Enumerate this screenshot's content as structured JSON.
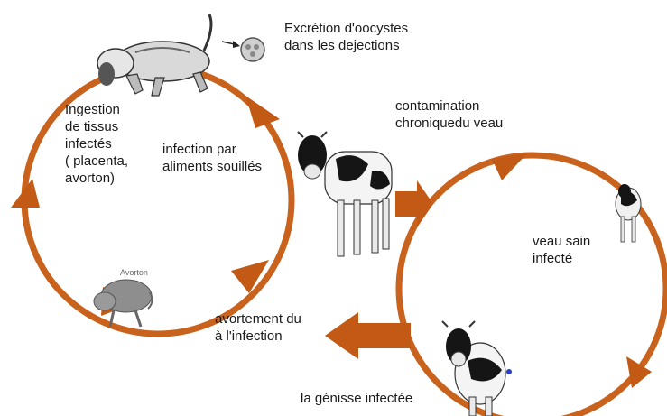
{
  "labels": {
    "excretion": "Excrétion d'oocystes\ndans les dejections",
    "ingestion": "Ingestion\nde tissus\ninfectés\n( placenta,\navorton)",
    "infection_aliments": "infection par\naliments souillés",
    "contamination": "contamination\nchroniquedu veau",
    "veau_sain": "veau sain\ninfecté",
    "avortement": "avortement du\nà l'infection",
    "genisse": "la génisse infectée",
    "avorton_tag": "Avorton"
  },
  "colors": {
    "cycle_arrow": "#c8621c",
    "arrow_fill": "#c25a16",
    "cow_black": "#151515",
    "cow_white": "#f4f4f4",
    "dog_gray": "#9a9a9a",
    "fetus_gray": "#8e8e8e"
  },
  "icons": [
    "dog-icon",
    "oocyst-icon",
    "cow-icon",
    "calf-icon",
    "heifer-icon",
    "fetus-icon"
  ]
}
